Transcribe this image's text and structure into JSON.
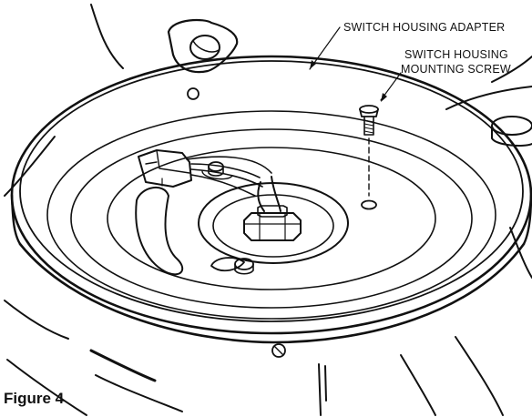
{
  "labels": {
    "adapter": "SWITCH HOUSING ADAPTER",
    "screw_line1": "SWITCH HOUSING",
    "screw_line2": "MOUNTING SCREW"
  },
  "caption": "Figure 4"
}
